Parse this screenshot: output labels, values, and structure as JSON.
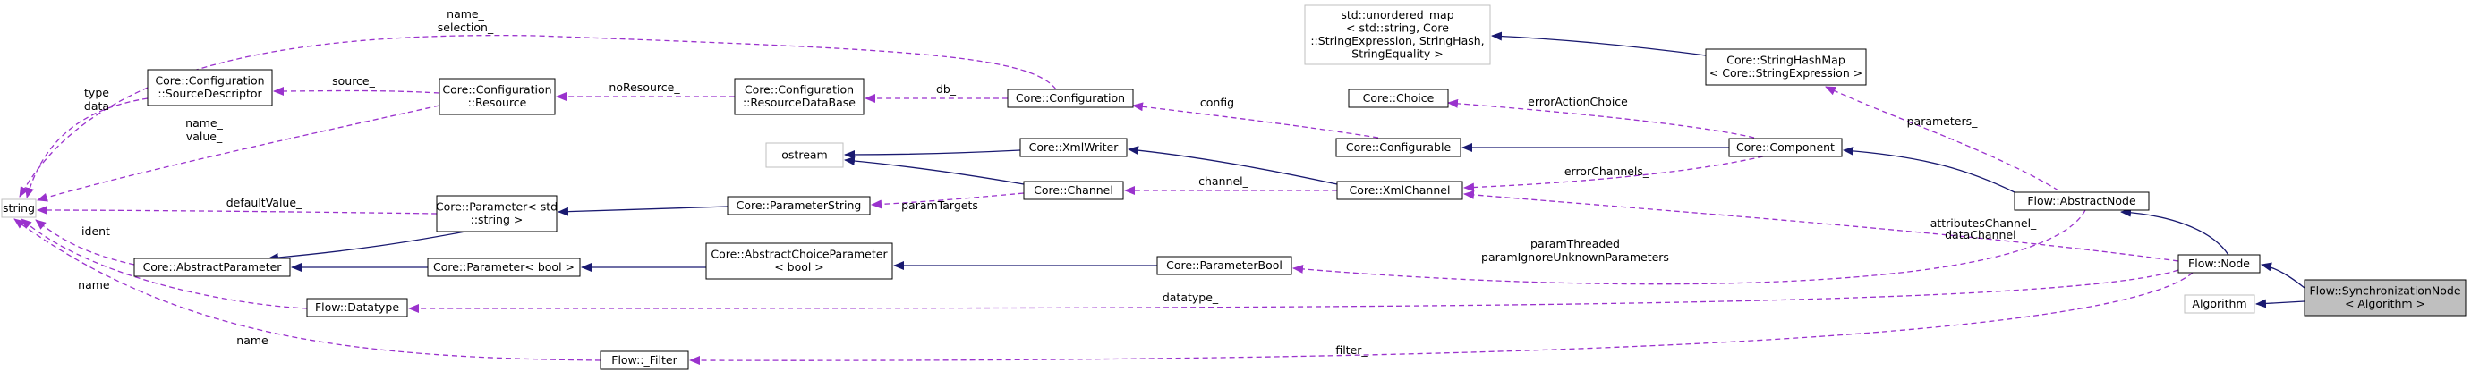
{
  "diagram": {
    "nodes": [
      {
        "id": "string",
        "lines": [
          "string"
        ],
        "style": "ext"
      },
      {
        "id": "source_descriptor",
        "lines": [
          "Core::Configuration",
          "::SourceDescriptor"
        ],
        "style": "class"
      },
      {
        "id": "resource",
        "lines": [
          "Core::Configuration",
          "::Resource"
        ],
        "style": "class"
      },
      {
        "id": "resource_db",
        "lines": [
          "Core::Configuration",
          "::ResourceDataBase"
        ],
        "style": "class"
      },
      {
        "id": "configuration",
        "lines": [
          "Core::Configuration"
        ],
        "style": "class"
      },
      {
        "id": "unordered_map",
        "lines": [
          "std::unordered_map",
          "< std::string, Core",
          "::StringExpression, StringHash,",
          "StringEquality >"
        ],
        "style": "ext"
      },
      {
        "id": "string_hash_map",
        "lines": [
          "Core::StringHashMap",
          "< Core::StringExpression >"
        ],
        "style": "class"
      },
      {
        "id": "choice",
        "lines": [
          "Core::Choice"
        ],
        "style": "class"
      },
      {
        "id": "configurable",
        "lines": [
          "Core::Configurable"
        ],
        "style": "class"
      },
      {
        "id": "component",
        "lines": [
          "Core::Component"
        ],
        "style": "class"
      },
      {
        "id": "abstract_node",
        "lines": [
          "Flow::AbstractNode"
        ],
        "style": "class"
      },
      {
        "id": "ostream",
        "lines": [
          "ostream"
        ],
        "style": "ext"
      },
      {
        "id": "xml_writer",
        "lines": [
          "Core::XmlWriter"
        ],
        "style": "class"
      },
      {
        "id": "channel",
        "lines": [
          "Core::Channel"
        ],
        "style": "class"
      },
      {
        "id": "xml_channel",
        "lines": [
          "Core::XmlChannel"
        ],
        "style": "class"
      },
      {
        "id": "parameter_string_t",
        "lines": [
          "Core::Parameter< std",
          "::string >"
        ],
        "style": "class"
      },
      {
        "id": "parameter_string",
        "lines": [
          "Core::ParameterString"
        ],
        "style": "class"
      },
      {
        "id": "abstract_parameter",
        "lines": [
          "Core::AbstractParameter"
        ],
        "style": "class"
      },
      {
        "id": "parameter_bool_t",
        "lines": [
          "Core::Parameter< bool >"
        ],
        "style": "class"
      },
      {
        "id": "abstract_choice_parameter",
        "lines": [
          "Core::AbstractChoiceParameter",
          "< bool >"
        ],
        "style": "class"
      },
      {
        "id": "parameter_bool",
        "lines": [
          "Core::ParameterBool"
        ],
        "style": "class"
      },
      {
        "id": "datatype",
        "lines": [
          "Flow::Datatype"
        ],
        "style": "class"
      },
      {
        "id": "filter",
        "lines": [
          "Flow::_Filter"
        ],
        "style": "class"
      },
      {
        "id": "node",
        "lines": [
          "Flow::Node"
        ],
        "style": "class"
      },
      {
        "id": "algorithm",
        "lines": [
          "Algorithm"
        ],
        "style": "ext"
      },
      {
        "id": "sync_node",
        "lines": [
          "Flow::SynchronizationNode",
          "< Algorithm >"
        ],
        "style": "root"
      }
    ],
    "edges": [
      {
        "id": "e01",
        "kind": "use",
        "from": "configuration",
        "to": "string",
        "labels": [
          "name_",
          "selection_"
        ]
      },
      {
        "id": "e02",
        "kind": "use",
        "from": "source_descriptor",
        "to": "string",
        "labels": [
          "type",
          "data"
        ]
      },
      {
        "id": "e03",
        "kind": "use",
        "from": "resource",
        "to": "source_descriptor",
        "labels": [
          "source_"
        ]
      },
      {
        "id": "e04",
        "kind": "use",
        "from": "resource",
        "to": "string",
        "labels": [
          "name_",
          "value_"
        ]
      },
      {
        "id": "e05",
        "kind": "use",
        "from": "resource_db",
        "to": "resource",
        "labels": [
          "noResource_"
        ]
      },
      {
        "id": "e06",
        "kind": "use",
        "from": "configuration",
        "to": "resource_db",
        "labels": [
          "db_"
        ]
      },
      {
        "id": "e07",
        "kind": "inherit",
        "from": "string_hash_map",
        "to": "unordered_map",
        "labels": []
      },
      {
        "id": "e08",
        "kind": "use",
        "from": "abstract_node",
        "to": "string_hash_map",
        "labels": [
          "parameters_"
        ]
      },
      {
        "id": "e09",
        "kind": "use",
        "from": "configurable",
        "to": "configuration",
        "labels": [
          "config"
        ]
      },
      {
        "id": "e10",
        "kind": "use",
        "from": "component",
        "to": "choice",
        "labels": [
          "errorActionChoice"
        ]
      },
      {
        "id": "e11",
        "kind": "inherit",
        "from": "component",
        "to": "configurable",
        "labels": []
      },
      {
        "id": "e12",
        "kind": "inherit",
        "from": "abstract_node",
        "to": "component",
        "labels": []
      },
      {
        "id": "e13",
        "kind": "inherit",
        "from": "xml_writer",
        "to": "ostream",
        "labels": []
      },
      {
        "id": "e14",
        "kind": "inherit",
        "from": "channel",
        "to": "ostream",
        "labels": []
      },
      {
        "id": "e15",
        "kind": "inherit",
        "from": "xml_channel",
        "to": "xml_writer",
        "labels": []
      },
      {
        "id": "e16",
        "kind": "use",
        "from": "xml_channel",
        "to": "channel",
        "labels": [
          "channel_"
        ]
      },
      {
        "id": "e17",
        "kind": "use",
        "from": "component",
        "to": "xml_channel",
        "labels": [
          "errorChannels_"
        ]
      },
      {
        "id": "e18",
        "kind": "use",
        "from": "node",
        "to": "xml_channel",
        "labels": [
          "attributesChannel_",
          "dataChannel_"
        ]
      },
      {
        "id": "e19",
        "kind": "use",
        "from": "channel",
        "to": "parameter_string",
        "labels": [
          "paramTargets"
        ]
      },
      {
        "id": "e20",
        "kind": "use",
        "from": "parameter_string_t",
        "to": "string",
        "labels": [
          "defaultValue_"
        ]
      },
      {
        "id": "e21",
        "kind": "inherit",
        "from": "parameter_string",
        "to": "parameter_string_t",
        "labels": []
      },
      {
        "id": "e22",
        "kind": "inherit",
        "from": "parameter_string_t",
        "to": "abstract_parameter",
        "labels": []
      },
      {
        "id": "e23",
        "kind": "use",
        "from": "abstract_parameter",
        "to": "string",
        "labels": [
          "ident"
        ]
      },
      {
        "id": "e24",
        "kind": "inherit",
        "from": "parameter_bool_t",
        "to": "abstract_parameter",
        "labels": []
      },
      {
        "id": "e25",
        "kind": "inherit",
        "from": "abstract_choice_parameter",
        "to": "parameter_bool_t",
        "labels": []
      },
      {
        "id": "e26",
        "kind": "inherit",
        "from": "parameter_bool",
        "to": "abstract_choice_parameter",
        "labels": []
      },
      {
        "id": "e27",
        "kind": "use",
        "from": "abstract_node",
        "to": "parameter_bool",
        "labels": [
          "paramThreaded",
          "paramIgnoreUnknownParameters"
        ]
      },
      {
        "id": "e28",
        "kind": "use",
        "from": "datatype",
        "to": "string",
        "labels": [
          "name_"
        ]
      },
      {
        "id": "e29",
        "kind": "use",
        "from": "node",
        "to": "datatype",
        "labels": [
          "datatype_"
        ]
      },
      {
        "id": "e30",
        "kind": "use",
        "from": "filter",
        "to": "string",
        "labels": [
          "name"
        ]
      },
      {
        "id": "e31",
        "kind": "use",
        "from": "node",
        "to": "filter",
        "labels": [
          "filter_"
        ]
      },
      {
        "id": "e32",
        "kind": "inherit",
        "from": "node",
        "to": "abstract_node",
        "labels": []
      },
      {
        "id": "e33",
        "kind": "inherit",
        "from": "sync_node",
        "to": "node",
        "labels": []
      },
      {
        "id": "e34",
        "kind": "inherit",
        "from": "sync_node",
        "to": "algorithm",
        "labels": []
      }
    ],
    "colors": {
      "inheritance": "#191970",
      "usage": "#9a32cd",
      "external_border": "#bfbfbf",
      "root_fill": "#bfbfbf"
    }
  }
}
